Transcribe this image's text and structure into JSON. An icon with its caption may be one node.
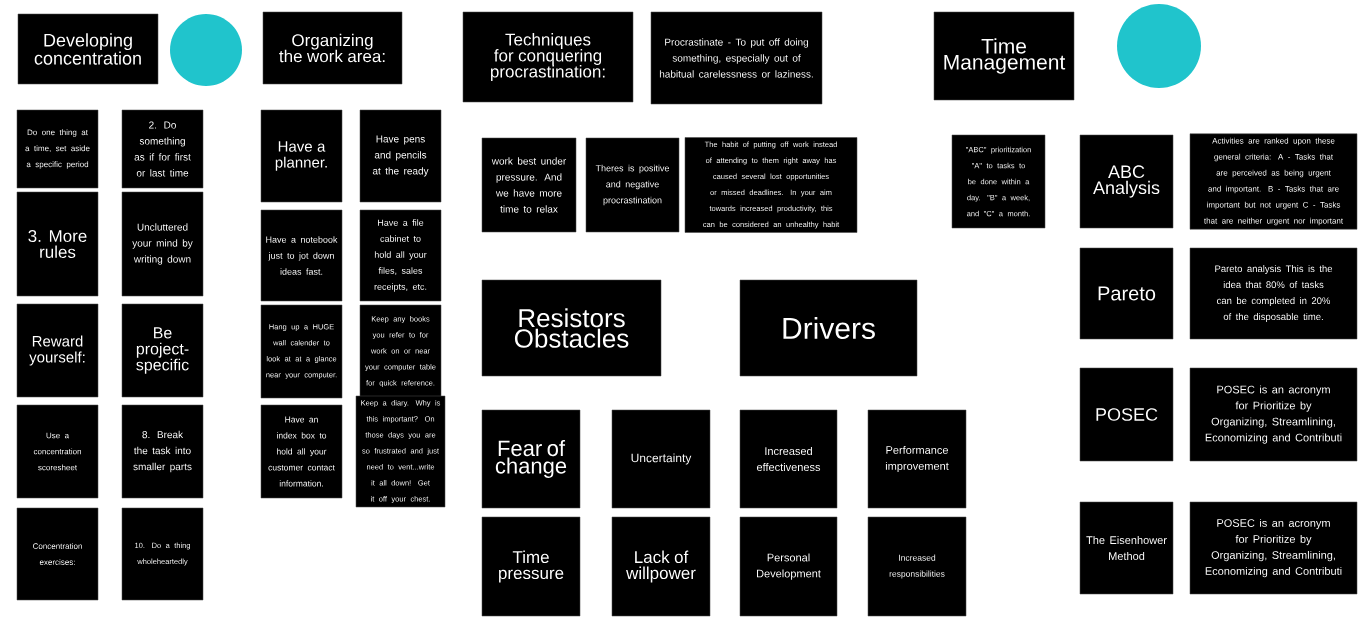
{
  "diagram": {
    "nodes": [
      {
        "text": [
          "Developing concentration"
        ]
      },
      {
        "text": [],
        "shape": "circle"
      },
      {
        "text": [
          "Organizing the work area:"
        ]
      },
      {
        "text": [
          "Techniques for conquering procrastination:"
        ]
      },
      {
        "text": [
          "Procrastinate - To put off doing something, especially out of habitual carelessness or laziness."
        ]
      },
      {
        "text": [
          "Time Management"
        ]
      },
      {
        "text": [],
        "shape": "circle"
      },
      {
        "text": [
          "Do one thing at a time, set aside a specific period"
        ]
      },
      {
        "text": [
          "2. Do something as if for first or last time"
        ]
      },
      {
        "text": [
          "3. More rules"
        ]
      },
      {
        "text": [
          "Uncluttered your mind by writing down"
        ]
      },
      {
        "text": [
          "Reward yourself:"
        ]
      },
      {
        "text": [
          "Be project-specific"
        ]
      },
      {
        "text": [
          "Use a concentration scoresheet"
        ]
      },
      {
        "text": [
          "8. Break the task into smaller parts"
        ]
      },
      {
        "text": [
          "Concentration exercises:"
        ]
      },
      {
        "text": [
          "10. Do a thing wholeheartedly"
        ]
      },
      {
        "text": [
          "Have a planner."
        ]
      },
      {
        "text": [
          "Have pens and pencils at the ready"
        ]
      },
      {
        "text": [
          "Have a notebook just to jot down ideas fast."
        ]
      },
      {
        "text": [
          "Have a file cabinet to hold all your files, sales receipts, etc."
        ]
      },
      {
        "text": [
          "Hang up a HUGE wall calender to look at at a glance near your computer."
        ]
      },
      {
        "text": [
          "Keep any books you refer to for work on or near your computer table for quick reference."
        ]
      },
      {
        "text": [
          "Have an index box to hold all your customer contact information."
        ]
      },
      {
        "text": [
          "Keep a diary. Why is this important? On those days you are so frustrated and just need to vent...write it all down! Get it off your chest."
        ]
      },
      {
        "text": [
          "work best under pressure. And we have more time to relax"
        ]
      },
      {
        "text": [
          "Theres is positive and negative procrastination"
        ]
      },
      {
        "text": [
          "The habit of putting off work instead of attending to them right away has caused several lost opportunities or missed deadlines. In your aim towards increased productivity, this can be considered an unhealthy habit"
        ]
      },
      {
        "text": [
          "Resistors Obstacles"
        ]
      },
      {
        "text": [
          "Drivers"
        ]
      },
      {
        "text": [
          "Fear of change"
        ]
      },
      {
        "text": [
          "Uncertainty"
        ]
      },
      {
        "text": [
          "Increased effectiveness"
        ]
      },
      {
        "text": [
          "Performance improvement"
        ]
      },
      {
        "text": [
          "Time pressure"
        ]
      },
      {
        "text": [
          "Lack of willpower"
        ]
      },
      {
        "text": [
          "Personal Development"
        ]
      },
      {
        "text": [
          "Increased responsibilities"
        ]
      },
      {
        "text": [
          "\"ABC\" prioritization \"A\" to tasks to be done within a day. \"B\" a week, and \"C\" a month."
        ]
      },
      {
        "text": [
          "ABC Analysis"
        ]
      },
      {
        "text": [
          "Activities are ranked upon these general criteria: A - Tasks that are perceived as being urgent and important. B - Tasks that are important but not urgent C - Tasks that are neither urgent nor important"
        ]
      },
      {
        "text": [
          "Pareto"
        ]
      },
      {
        "text": [
          "Pareto analysis This is the idea that 80% of tasks can be completed in 20% of the disposable time."
        ]
      },
      {
        "text": [
          "POSEC"
        ]
      },
      {
        "text": [
          "POSEC is an acronym for Prioritize by Organizing, Streamlining, Economizing and Contributi"
        ]
      },
      {
        "text": [
          "The Eisenhower Method"
        ]
      },
      {
        "text": [
          "POSEC is an acronym for Prioritize by Organizing, Streamlining, Economizing and Contributi"
        ]
      }
    ]
  }
}
